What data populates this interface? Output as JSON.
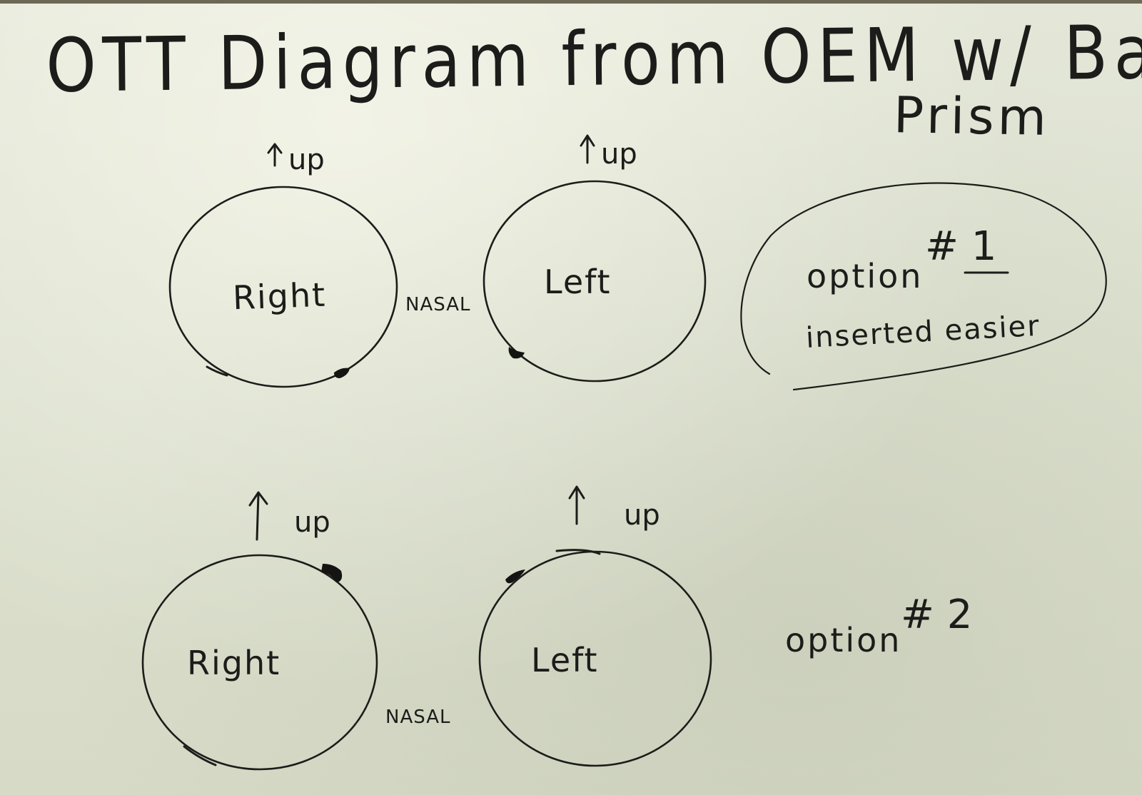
{
  "title": {
    "line1": "OTT Diagram from OEM w/ Base In",
    "line2": "Prism"
  },
  "option1": {
    "label": "option",
    "number": "# 1",
    "note": "inserted easier",
    "right_eye": {
      "label": "Right",
      "up": "up"
    },
    "left_eye": {
      "label": "Left",
      "up": "up"
    },
    "nasal": "NASAL"
  },
  "option2": {
    "label": "option",
    "number": "# 2",
    "right_eye": {
      "label": "Right",
      "up": "up"
    },
    "left_eye": {
      "label": "Left",
      "up": "up"
    },
    "nasal": "NASAL"
  },
  "icons": [
    "arrow-up-icon",
    "orientation-mark-icon"
  ]
}
